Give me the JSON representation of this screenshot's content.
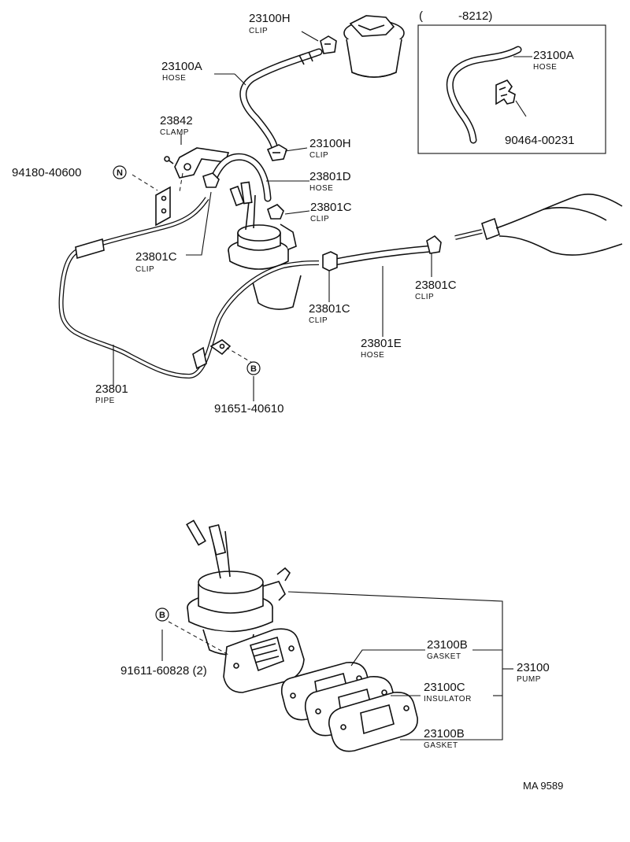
{
  "inset": {
    "range": "(　　　-8212)"
  },
  "labels": {
    "hose_23100h_top": {
      "part": "23100H",
      "name": "CLIP"
    },
    "hose_23100a": {
      "part": "23100A",
      "name": "HOSE"
    },
    "clamp_23842": {
      "part": "23842",
      "name": "CLAMP"
    },
    "clip_23100h_mid": {
      "part": "23100H",
      "name": "CLIP"
    },
    "bolt_94180": {
      "part": "94180-40600"
    },
    "hose_23801d": {
      "part": "23801D",
      "name": "HOSE"
    },
    "clip_23801c_a": {
      "part": "23801C",
      "name": "CLIP"
    },
    "clip_23801c_b": {
      "part": "23801C",
      "name": "CLIP"
    },
    "clip_23801c_c": {
      "part": "23801C",
      "name": "CLIP"
    },
    "clip_23801c_d": {
      "part": "23801C",
      "name": "CLIP"
    },
    "hose_23801e": {
      "part": "23801E",
      "name": "HOSE"
    },
    "pipe_23801": {
      "part": "23801",
      "name": "PIPE"
    },
    "bolt_91651": {
      "part": "91651-40610"
    },
    "inset_hose_23100a": {
      "part": "23100A",
      "name": "HOSE"
    },
    "inset_clip_90464": {
      "part": "90464-00231"
    },
    "bolt_91611": {
      "part": "91611-60828 (2)"
    },
    "gasket_top": {
      "part": "23100B",
      "name": "GASKET"
    },
    "insulator": {
      "part": "23100C",
      "name": "INSULATOR"
    },
    "gasket_bottom": {
      "part": "23100B",
      "name": "GASKET"
    },
    "pump": {
      "part": "23100",
      "name": "PUMP"
    }
  },
  "callouts": {
    "n": "N",
    "b_top": "B",
    "b_bottom": "B"
  },
  "figure_code": "MA 9589"
}
